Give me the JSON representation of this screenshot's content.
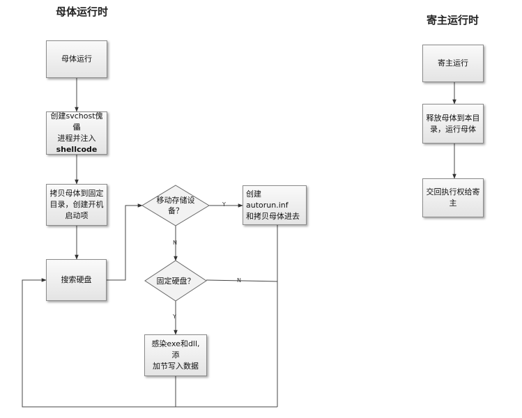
{
  "titles": {
    "parent": "母体运行时",
    "host": "寄主运行时"
  },
  "parent": {
    "run": "母体运行",
    "create_puppet_1": "创建svchost傀儡",
    "create_puppet_2": "进程并注入",
    "create_puppet_3": "shellcode",
    "copy_1": "拷贝母体到固定",
    "copy_2": "目录，创建开机",
    "copy_3": "启动项",
    "search": "搜索硬盘",
    "removable_q_1": "移动存储设",
    "removable_q_2": "备？",
    "autorun_1": "创建autorun.inf",
    "autorun_2": "和拷贝母体进去",
    "fixed_q": "固定硬盘？",
    "infect_1": "感染exe和dll,添",
    "infect_2": "加节写入数据"
  },
  "host": {
    "run": "寄主运行",
    "release_1": "释放母体到本目",
    "release_2": "录，运行母体",
    "return_1": "交回执行权给寄",
    "return_2": "主"
  },
  "edge_labels": {
    "removable_yes": "Y",
    "removable_no": "N",
    "fixed_yes": "Y",
    "fixed_no": "N"
  }
}
